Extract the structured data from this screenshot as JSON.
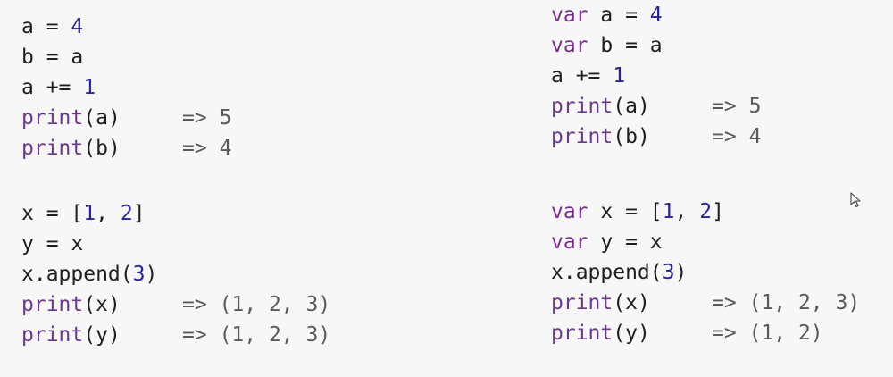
{
  "colors": {
    "background": "#f7f7f7",
    "text": "#1f1f1f",
    "keyword": "#7b2e8e",
    "number": "#2a2299",
    "function": "#6b3a8e",
    "output": "#5a5a5a"
  },
  "left": {
    "reference_block": [
      {
        "tokens": [
          {
            "t": "a = ",
            "c": "pn"
          },
          {
            "t": "4",
            "c": "num"
          }
        ]
      },
      {
        "tokens": [
          {
            "t": "b = a",
            "c": "pn"
          }
        ]
      },
      {
        "tokens": [
          {
            "t": "a += ",
            "c": "pn"
          },
          {
            "t": "1",
            "c": "num"
          }
        ]
      },
      {
        "tokens": [
          {
            "t": "print",
            "c": "fn"
          },
          {
            "t": "(a)",
            "c": "pn"
          },
          {
            "t": "     => 5",
            "c": "out"
          }
        ]
      },
      {
        "tokens": [
          {
            "t": "print",
            "c": "fn"
          },
          {
            "t": "(b)",
            "c": "pn"
          },
          {
            "t": "     => 4",
            "c": "out"
          }
        ]
      }
    ],
    "list_block": [
      {
        "tokens": [
          {
            "t": "x = [",
            "c": "pn"
          },
          {
            "t": "1",
            "c": "num"
          },
          {
            "t": ", ",
            "c": "pn"
          },
          {
            "t": "2",
            "c": "num"
          },
          {
            "t": "]",
            "c": "pn"
          }
        ]
      },
      {
        "tokens": [
          {
            "t": "y = x",
            "c": "pn"
          }
        ]
      },
      {
        "tokens": [
          {
            "t": "x.append(",
            "c": "pn"
          },
          {
            "t": "3",
            "c": "num"
          },
          {
            "t": ")",
            "c": "pn"
          }
        ]
      },
      {
        "tokens": [
          {
            "t": "print",
            "c": "fn"
          },
          {
            "t": "(x)",
            "c": "pn"
          },
          {
            "t": "     => (1, 2, 3)",
            "c": "out"
          }
        ]
      },
      {
        "tokens": [
          {
            "t": "print",
            "c": "fn"
          },
          {
            "t": "(y)",
            "c": "pn"
          },
          {
            "t": "     => (1, 2, 3)",
            "c": "out"
          }
        ]
      }
    ]
  },
  "right": {
    "reference_block": [
      {
        "tokens": [
          {
            "t": "var",
            "c": "kw"
          },
          {
            "t": " a = ",
            "c": "pn"
          },
          {
            "t": "4",
            "c": "num"
          }
        ]
      },
      {
        "tokens": [
          {
            "t": "var",
            "c": "kw"
          },
          {
            "t": " b = a",
            "c": "pn"
          }
        ]
      },
      {
        "tokens": [
          {
            "t": "a += ",
            "c": "pn"
          },
          {
            "t": "1",
            "c": "num"
          }
        ]
      },
      {
        "tokens": [
          {
            "t": "print",
            "c": "fn"
          },
          {
            "t": "(a)",
            "c": "pn"
          },
          {
            "t": "     => 5",
            "c": "out"
          }
        ]
      },
      {
        "tokens": [
          {
            "t": "print",
            "c": "fn"
          },
          {
            "t": "(b)",
            "c": "pn"
          },
          {
            "t": "     => 4",
            "c": "out"
          }
        ]
      }
    ],
    "list_block": [
      {
        "tokens": [
          {
            "t": "var",
            "c": "kw"
          },
          {
            "t": " x = [",
            "c": "pn"
          },
          {
            "t": "1",
            "c": "num"
          },
          {
            "t": ", ",
            "c": "pn"
          },
          {
            "t": "2",
            "c": "num"
          },
          {
            "t": "]",
            "c": "pn"
          }
        ]
      },
      {
        "tokens": [
          {
            "t": "var",
            "c": "kw"
          },
          {
            "t": " y = x",
            "c": "pn"
          }
        ]
      },
      {
        "tokens": [
          {
            "t": "x.append(",
            "c": "pn"
          },
          {
            "t": "3",
            "c": "num"
          },
          {
            "t": ")",
            "c": "pn"
          }
        ]
      },
      {
        "tokens": [
          {
            "t": "print",
            "c": "fn"
          },
          {
            "t": "(x)",
            "c": "pn"
          },
          {
            "t": "     => (1, 2, 3)",
            "c": "out"
          }
        ]
      },
      {
        "tokens": [
          {
            "t": "print",
            "c": "fn"
          },
          {
            "t": "(y)",
            "c": "pn"
          },
          {
            "t": "     => (1, 2)",
            "c": "out"
          }
        ]
      }
    ]
  },
  "cursor_icon": "mouse-pointer-icon"
}
